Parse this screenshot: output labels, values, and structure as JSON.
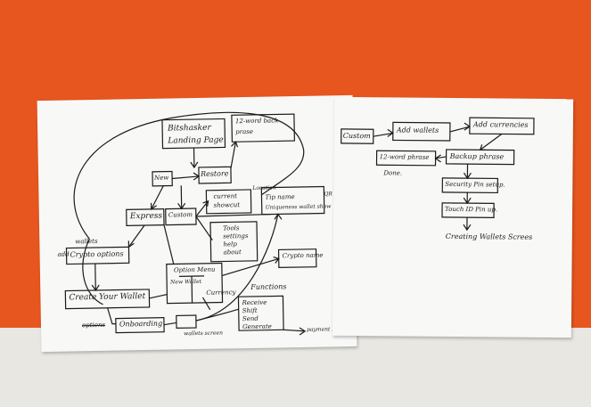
{
  "scene": {
    "wall_color": "#e6561e",
    "table_color": "#e9e7e2",
    "paper_color": "#f8f8f6",
    "ink_color": "#1b1b1b"
  },
  "left_sheet": {
    "landing_box": [
      "Bitshasker",
      "Landing Page"
    ],
    "word_box": [
      "12-word back",
      "prase"
    ],
    "new": "New",
    "restore": "Restore",
    "current_showcut": [
      "current",
      "showcut"
    ],
    "location": "Location",
    "tip_name": [
      "Tip name",
      "Uniqueness wallet show"
    ],
    "qr": "QR",
    "express": "Express",
    "custom": "Custom",
    "tools": [
      "Tools",
      "settings",
      "help",
      "about"
    ],
    "wallets": "wallets",
    "add": "add",
    "crypto_options": "Crypto options",
    "option_menu": "Option Menu",
    "new_wallet": "New Wallet",
    "crypto_name": "Crypto name",
    "create_wallet": "Create Your Wallet",
    "currency": "Currency",
    "functions": "Functions",
    "receive": [
      "Receive",
      "Shift",
      "Send",
      "Generate"
    ],
    "options_struck": "options",
    "onboarding": "Onboarding",
    "wallets_screen": "wallets screen",
    "payment_request": "payment Request"
  },
  "right_sheet": {
    "custom": "Custom",
    "add_wallets": "Add wallets",
    "add_currencies": "Add currencies",
    "word_phrase": "12-word phrase",
    "done": "Done.",
    "backup_phrase": "Backup phrase",
    "security_pin": "Security Pin setup.",
    "touch_id": "Touch ID  Pin up.",
    "creating_wallets": "Creating Wallets Screes"
  }
}
